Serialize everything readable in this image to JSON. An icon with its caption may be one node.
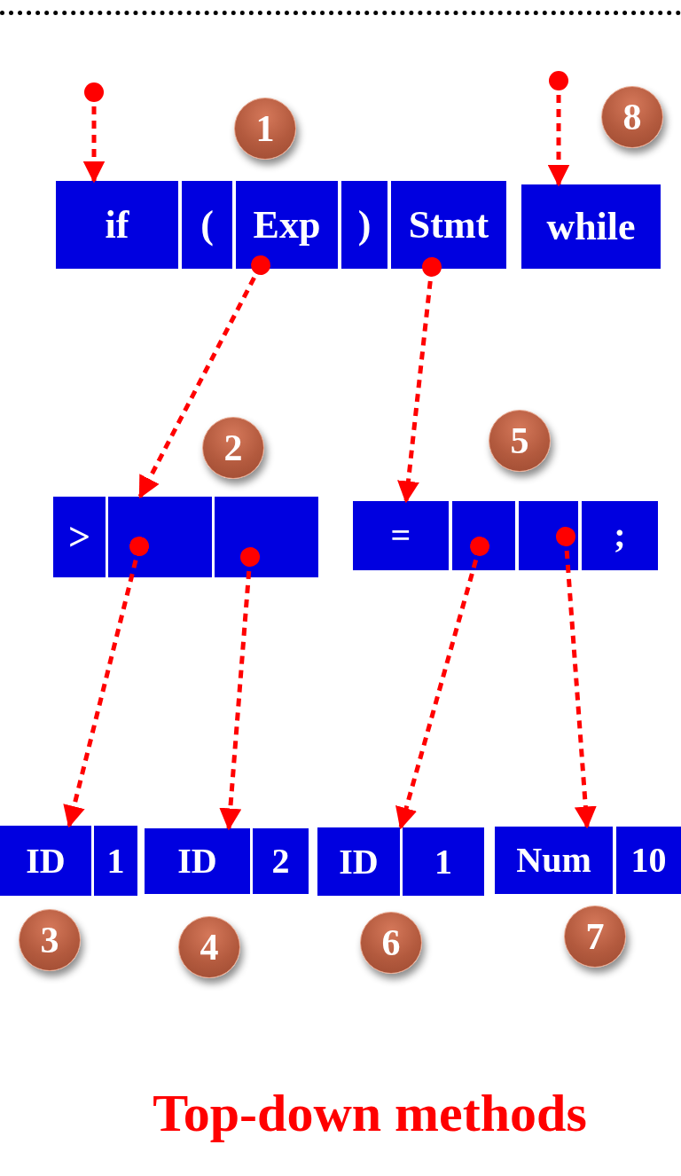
{
  "diagram": {
    "caption": "Top-down methods",
    "nodes": [
      {
        "text": [
          "1"
        ]
      },
      {
        "text": [
          "8"
        ]
      },
      {
        "text": [
          "if"
        ]
      },
      {
        "text": [
          "("
        ]
      },
      {
        "text": [
          "Exp"
        ]
      },
      {
        "text": [
          ")"
        ]
      },
      {
        "text": [
          "Stmt"
        ]
      },
      {
        "text": [
          "while"
        ]
      },
      {
        "text": [
          "2"
        ]
      },
      {
        "text": [
          "5"
        ]
      },
      {
        "text": [
          ">"
        ]
      },
      {
        "text": [],
        "shape": "box"
      },
      {
        "text": [],
        "shape": "box"
      },
      {
        "text": [
          "="
        ]
      },
      {
        "text": [],
        "shape": "box"
      },
      {
        "text": [],
        "shape": "box"
      },
      {
        "text": [
          ";"
        ]
      },
      {
        "text": [
          "ID"
        ]
      },
      {
        "text": [
          "1"
        ]
      },
      {
        "text": [
          "ID"
        ]
      },
      {
        "text": [
          "2"
        ]
      },
      {
        "text": [
          "ID"
        ]
      },
      {
        "text": [
          "1"
        ]
      },
      {
        "text": [
          "Num"
        ]
      },
      {
        "text": [
          "10"
        ]
      },
      {
        "text": [
          "3"
        ]
      },
      {
        "text": [
          "4"
        ]
      },
      {
        "text": [
          "6"
        ]
      },
      {
        "text": [
          "7"
        ]
      }
    ],
    "edges": [
      {
        "from": null,
        "to": 2,
        "arrow": "to",
        "style": "dashed"
      },
      {
        "from": null,
        "to": 7,
        "arrow": "to",
        "style": "dashed"
      },
      {
        "from": 4,
        "to": 10,
        "arrow": "to",
        "style": "dashed"
      },
      {
        "from": 6,
        "to": 13,
        "arrow": "to",
        "style": "dashed"
      },
      {
        "from": 11,
        "to": 17,
        "arrow": "to",
        "style": "dashed"
      },
      {
        "from": 12,
        "to": 19,
        "arrow": "to",
        "style": "dashed"
      },
      {
        "from": 14,
        "to": 21,
        "arrow": "to",
        "style": "dashed"
      },
      {
        "from": 15,
        "to": 23,
        "arrow": "to",
        "style": "dashed"
      }
    ]
  }
}
